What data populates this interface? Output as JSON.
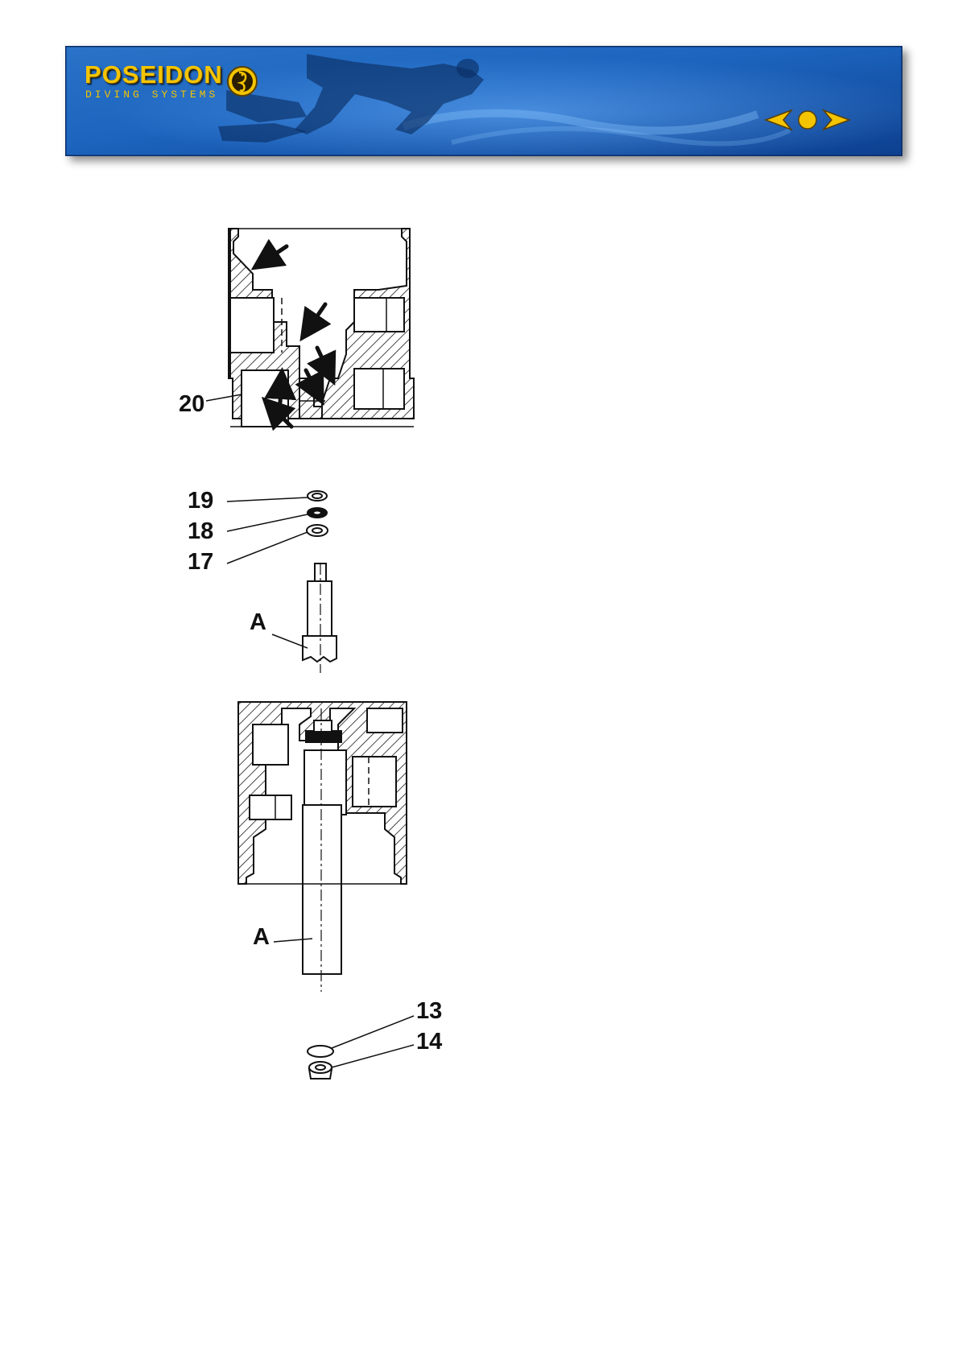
{
  "header": {
    "brand": "POSEIDON",
    "tagline": "DIVING SYSTEMS",
    "nav": {
      "prev_icon": "arrow-left-icon",
      "home_icon": "dot-icon",
      "next_icon": "arrow-right-icon",
      "accent_color": "#f4c400"
    },
    "background_color": "#1657b0"
  },
  "figure": {
    "callouts": {
      "c20": "20",
      "c19": "19",
      "c18": "18",
      "c17": "17",
      "cA1": "A",
      "cA2": "A",
      "c13": "13",
      "c14": "14"
    }
  }
}
